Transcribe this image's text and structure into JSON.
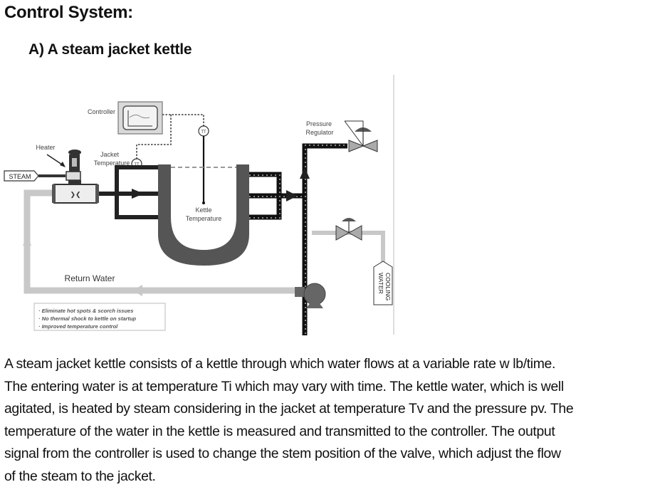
{
  "header": {
    "title": "Control System:",
    "subtitle": "A)  A steam jacket kettle"
  },
  "diagram": {
    "labels": {
      "controller": "Controller",
      "heater": "Heater",
      "jacket_temperature_line1": "Jacket",
      "jacket_temperature_line2": "Temperature",
      "steam": "STEAM",
      "kettle_temperature_line1": "Kettle",
      "kettle_temperature_line2": "Temperature",
      "pressure_regulator_line1": "Pressure",
      "pressure_regulator_line2": "Regulator",
      "return_water": "Return Water",
      "cooling_water_line1": "COOLING",
      "cooling_water_line2": "WATER",
      "transmitter_tag": "TT"
    },
    "benefits": [
      "· Eliminate hot spots & scorch issues",
      "· No thermal shock to kettle on startup",
      "· Improved temperature control"
    ],
    "icons": [
      "controller-monitor-icon",
      "control-valve-icon",
      "temperature-transmitter-icon",
      "kettle-icon",
      "pressure-regulator-valve-icon",
      "globe-valve-icon",
      "pump-icon",
      "heat-exchanger-icon"
    ]
  },
  "description": {
    "lines": [
      "A steam jacket kettle consists of a kettle through which water flows at a variable rate w lb/time.",
      "The entering water is at temperature Ti which may vary with time. The kettle water, which is well",
      "agitated, is heated by steam considering in the jacket at temperature Tv and the pressure pv. The",
      "temperature of the water in the kettle is measured and transmitted to the controller. The output",
      "signal from the controller is used to change the stem position of the valve, which adjust the flow",
      "of the steam to the jacket."
    ]
  }
}
